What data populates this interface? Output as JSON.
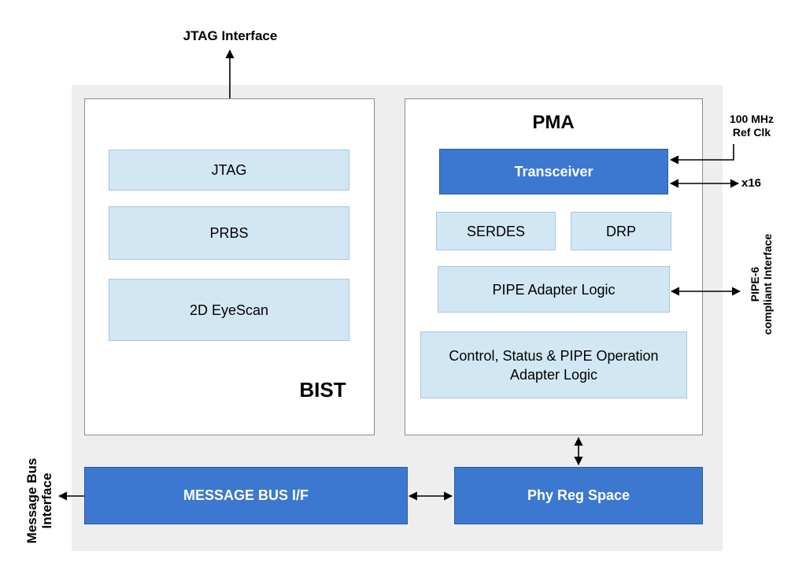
{
  "bist": {
    "title": "BIST",
    "blocks": {
      "jtag": "JTAG",
      "prbs": "PRBS",
      "eyescan": "2D EyeScan"
    }
  },
  "pma": {
    "title": "PMA",
    "transceiver": "Transceiver",
    "serdes": "SERDES",
    "drp": "DRP",
    "pipe_adapter": "PIPE Adapter Logic",
    "control_line1": "Control, Status & PIPE Operation",
    "control_line2": "Adapter Logic"
  },
  "bottom": {
    "message_bus": "MESSAGE BUS I/F",
    "phy_reg": "Phy Reg Space"
  },
  "external": {
    "jtag_interface": "JTAG Interface",
    "ref_clk_line1": "100 MHz",
    "ref_clk_line2": "Ref Clk",
    "x16": "x16",
    "pipe6_line1": "PIPE-6",
    "pipe6_line2": "compliant Interface",
    "msgbus_line1": "Message Bus",
    "msgbus_line2": "Interface"
  },
  "colors": {
    "dark_block": "#3c78d0",
    "light_block": "#d2e7f4",
    "background": "#eeeeee"
  }
}
